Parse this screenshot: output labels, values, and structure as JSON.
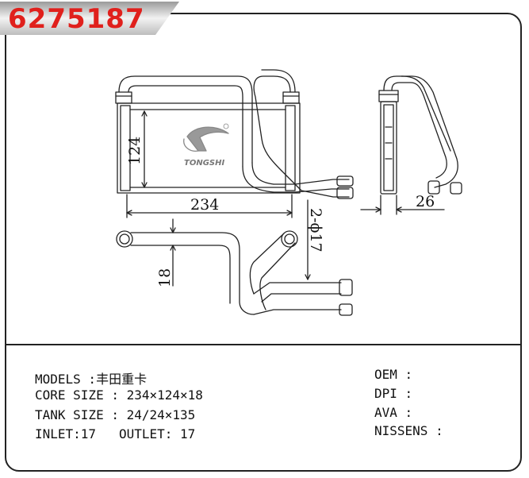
{
  "part_number": "6275187",
  "brand_logo": "TONGSHI",
  "dimensions": {
    "core_height": "124",
    "core_width": "234",
    "depth": "26",
    "pipe_spacing": "18",
    "pipe_diameter": "2-ϕ17"
  },
  "specs": {
    "models": "MODELS :丰田重卡",
    "core_size": "CORE SIZE : 234×124×18",
    "tank_size": "TANK SIZE : 24/24×135",
    "inlet_outlet": "INLET:17   OUTLET: 17"
  },
  "refs": {
    "oem": "OEM :",
    "dpi": "DPI :",
    "ava": "AVA :",
    "nissens": "NISSENS :"
  }
}
